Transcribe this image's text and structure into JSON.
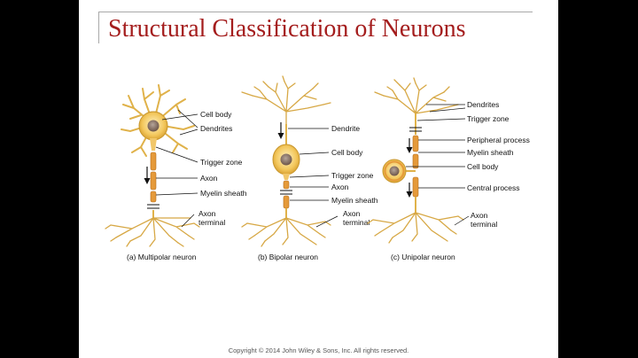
{
  "slide": {
    "title": "Structural Classification of Neurons",
    "copyright": "Copyright © 2014 John Wiley & Sons, Inc. All rights reserved."
  },
  "colors": {
    "title": "#a41d1d",
    "neuron_fill": "#f1c76a",
    "neuron_stroke": "#b8860b",
    "myelin": "#e59a3a",
    "nucleus": "#8a6a5a"
  },
  "multipolar": {
    "caption": "(a) Multipolar neuron",
    "labels": {
      "cell_body": "Cell body",
      "dendrites": "Dendrites",
      "trigger_zone": "Trigger zone",
      "axon": "Axon",
      "myelin_sheath": "Myelin sheath",
      "axon_terminal_1": "Axon",
      "axon_terminal_2": "terminal"
    }
  },
  "bipolar": {
    "caption": "(b) Bipolar neuron",
    "labels": {
      "dendrite": "Dendrite",
      "cell_body": "Cell body",
      "trigger_zone": "Trigger zone",
      "axon": "Axon",
      "myelin_sheath": "Myelin sheath",
      "axon_terminal_1": "Axon",
      "axon_terminal_2": "terminal"
    }
  },
  "unipolar": {
    "caption": "(c) Unipolar neuron",
    "labels": {
      "dendrites": "Dendrites",
      "trigger_zone": "Trigger zone",
      "peripheral_process": "Peripheral process",
      "myelin_sheath": "Myelin sheath",
      "cell_body": "Cell body",
      "central_process": "Central process",
      "axon_terminal_1": "Axon",
      "axon_terminal_2": "terminal"
    }
  }
}
